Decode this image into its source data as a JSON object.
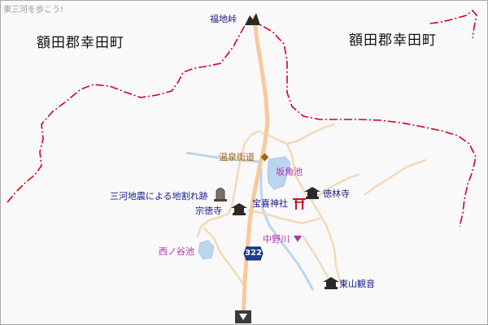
{
  "site_title": "東三河を歩こう!",
  "districts": {
    "left": "額田郡幸田町",
    "right": "額田郡幸田町"
  },
  "places": {
    "fukuchi_pass": "福地峠",
    "onsen_kaido": "温泉街道",
    "sakatsuno_pond": "坂角池",
    "tokurinji": "徳林寺",
    "jishin_crack": "三河地震による地割れ跡",
    "hokijinja": "宝喜神社",
    "sotokuji": "宗徳寺",
    "nakano_river": "中野川",
    "nishinoya_pond": "西ノ谷池",
    "higashiyama_kannon": "東山観音"
  },
  "route": {
    "number": "322"
  },
  "colors": {
    "background": "#f9f9f9",
    "boundary": "#d8001c",
    "main_road": "#f7c99c",
    "minor_road": "#f3d9b8",
    "water": "#bcd5ee",
    "poi_blue": "#1a1a8c",
    "poi_purple": "#b030b0",
    "poi_brown": "#a26414",
    "shield": "#1e3d8f"
  },
  "icons": {
    "pass": "pass-icon",
    "temple": "temple-icon",
    "shrine": "torii-icon",
    "monument": "stone-monument-icon",
    "waterfall": "purple-triangle-icon",
    "historic": "brown-diamond-icon"
  }
}
